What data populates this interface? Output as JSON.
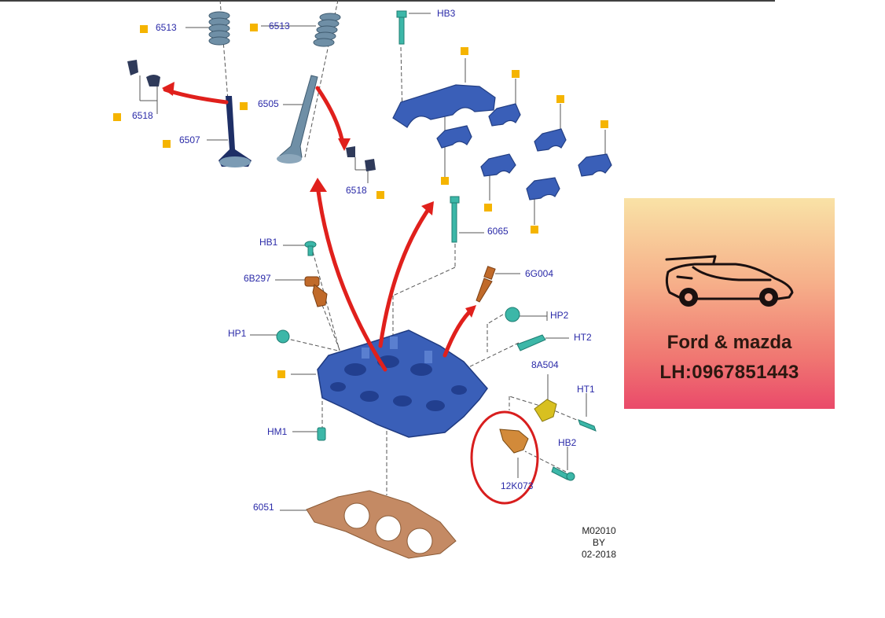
{
  "colors": {
    "part_blue": "#3a5fb8",
    "part_steel": "#6f8fa6",
    "part_teal": "#3cb7a8",
    "part_orange": "#c06a2a",
    "part_yellow": "#d8c020",
    "gasket": "#c48a64",
    "arrow_red": "#e0201c",
    "marker_orange": "#f5b400",
    "label_blue": "#2a2aa8",
    "circle_red": "#d81e1e"
  },
  "labels": {
    "c6513a": "6513",
    "c6513b": "6513",
    "hb3": "HB3",
    "c6518a": "6518",
    "c6505": "6505",
    "c6507": "6507",
    "c6518b": "6518",
    "c6065": "6065",
    "hb1": "HB1",
    "c6b297": "6B297",
    "c6g004": "6G004",
    "hp2": "HP2",
    "hp1": "HP1",
    "ht2": "HT2",
    "c8a504": "8A504",
    "ht1": "HT1",
    "hm1": "HM1",
    "hb2": "HB2",
    "c12k073": "12K073",
    "c6051": "6051"
  },
  "footer": {
    "line1": "M02010",
    "line2": "BY",
    "line3": "02-2018"
  },
  "promo": {
    "brand": "Ford & mazda",
    "phone": "LH:0967851443",
    "icon": "sports-car-icon"
  }
}
